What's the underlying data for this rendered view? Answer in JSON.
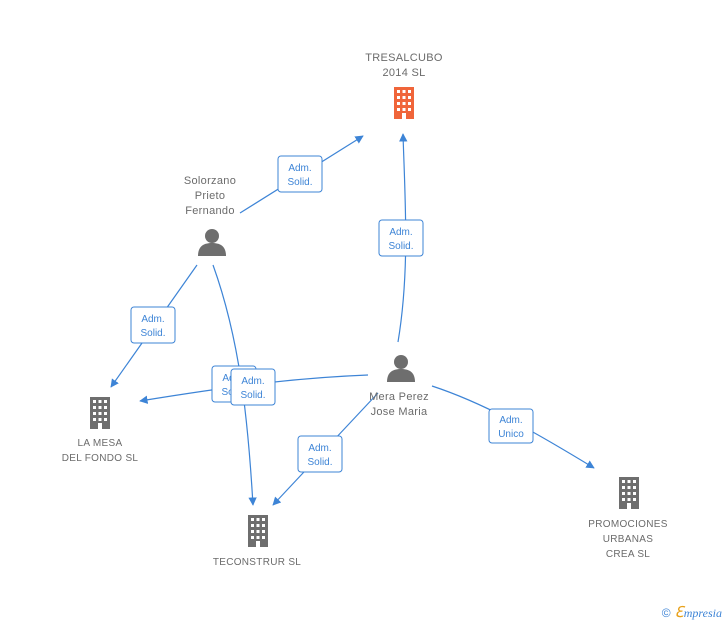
{
  "colors": {
    "edge": "#3d84d6",
    "company_main": "#f0653a",
    "company": "#6e6e6e",
    "person": "#6e6e6e",
    "label": "#6b6b6b"
  },
  "nodes": {
    "tresalcubo": {
      "line1": "TRESALCUBO",
      "line2": "2014  SL",
      "icon": "building-icon"
    },
    "solorzano": {
      "line1": "Solorzano",
      "line2": "Prieto",
      "line3": "Fernando",
      "icon": "person-icon"
    },
    "mera": {
      "line1": "Mera Perez",
      "line2": "Jose Maria",
      "icon": "person-icon"
    },
    "lamesa": {
      "line1": "LA MESA",
      "line2": "DEL FONDO  SL",
      "icon": "building-icon"
    },
    "teconstrur": {
      "line1": "TECONSTRUR SL",
      "icon": "building-icon"
    },
    "promociones": {
      "line1": "PROMOCIONES",
      "line2": "URBANAS",
      "line3": "CREA SL",
      "icon": "building-icon"
    }
  },
  "edges": {
    "solorzano_tresalcubo": {
      "line1": "Adm.",
      "line2": "Solid."
    },
    "mera_tresalcubo": {
      "line1": "Adm.",
      "line2": "Solid."
    },
    "solorzano_lamesa": {
      "line1": "Adm.",
      "line2": "Solid."
    },
    "mera_lamesa": {
      "line1": "Adm.",
      "line2": "Solid."
    },
    "solorzano_teconstrur": {
      "line1": "Adm.",
      "line2": "Solid."
    },
    "mera_teconstrur": {
      "line1": "Adm.",
      "line2": "Solid."
    },
    "mera_promociones": {
      "line1": "Adm.",
      "line2": "Unico"
    }
  },
  "watermark": {
    "copyright": "©",
    "brand_first": "ℇ",
    "brand_rest": "mpresia"
  }
}
